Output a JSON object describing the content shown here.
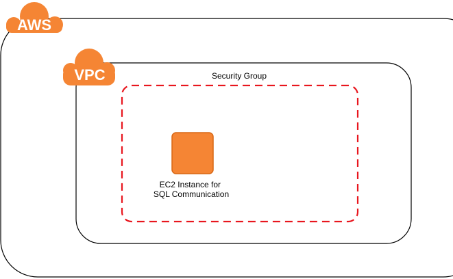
{
  "aws": {
    "label": "AWS"
  },
  "vpc": {
    "label": "VPC"
  },
  "security_group": {
    "label": "Security Group"
  },
  "instance": {
    "line1": "EC2 Instance for",
    "line2": "SQL Communication"
  },
  "colors": {
    "aws_orange": "#F58534",
    "instance_fill": "#F58534",
    "instance_border": "#D86613",
    "security_group_border": "#E8161E",
    "container_border": "#000000",
    "text": "#000000"
  }
}
